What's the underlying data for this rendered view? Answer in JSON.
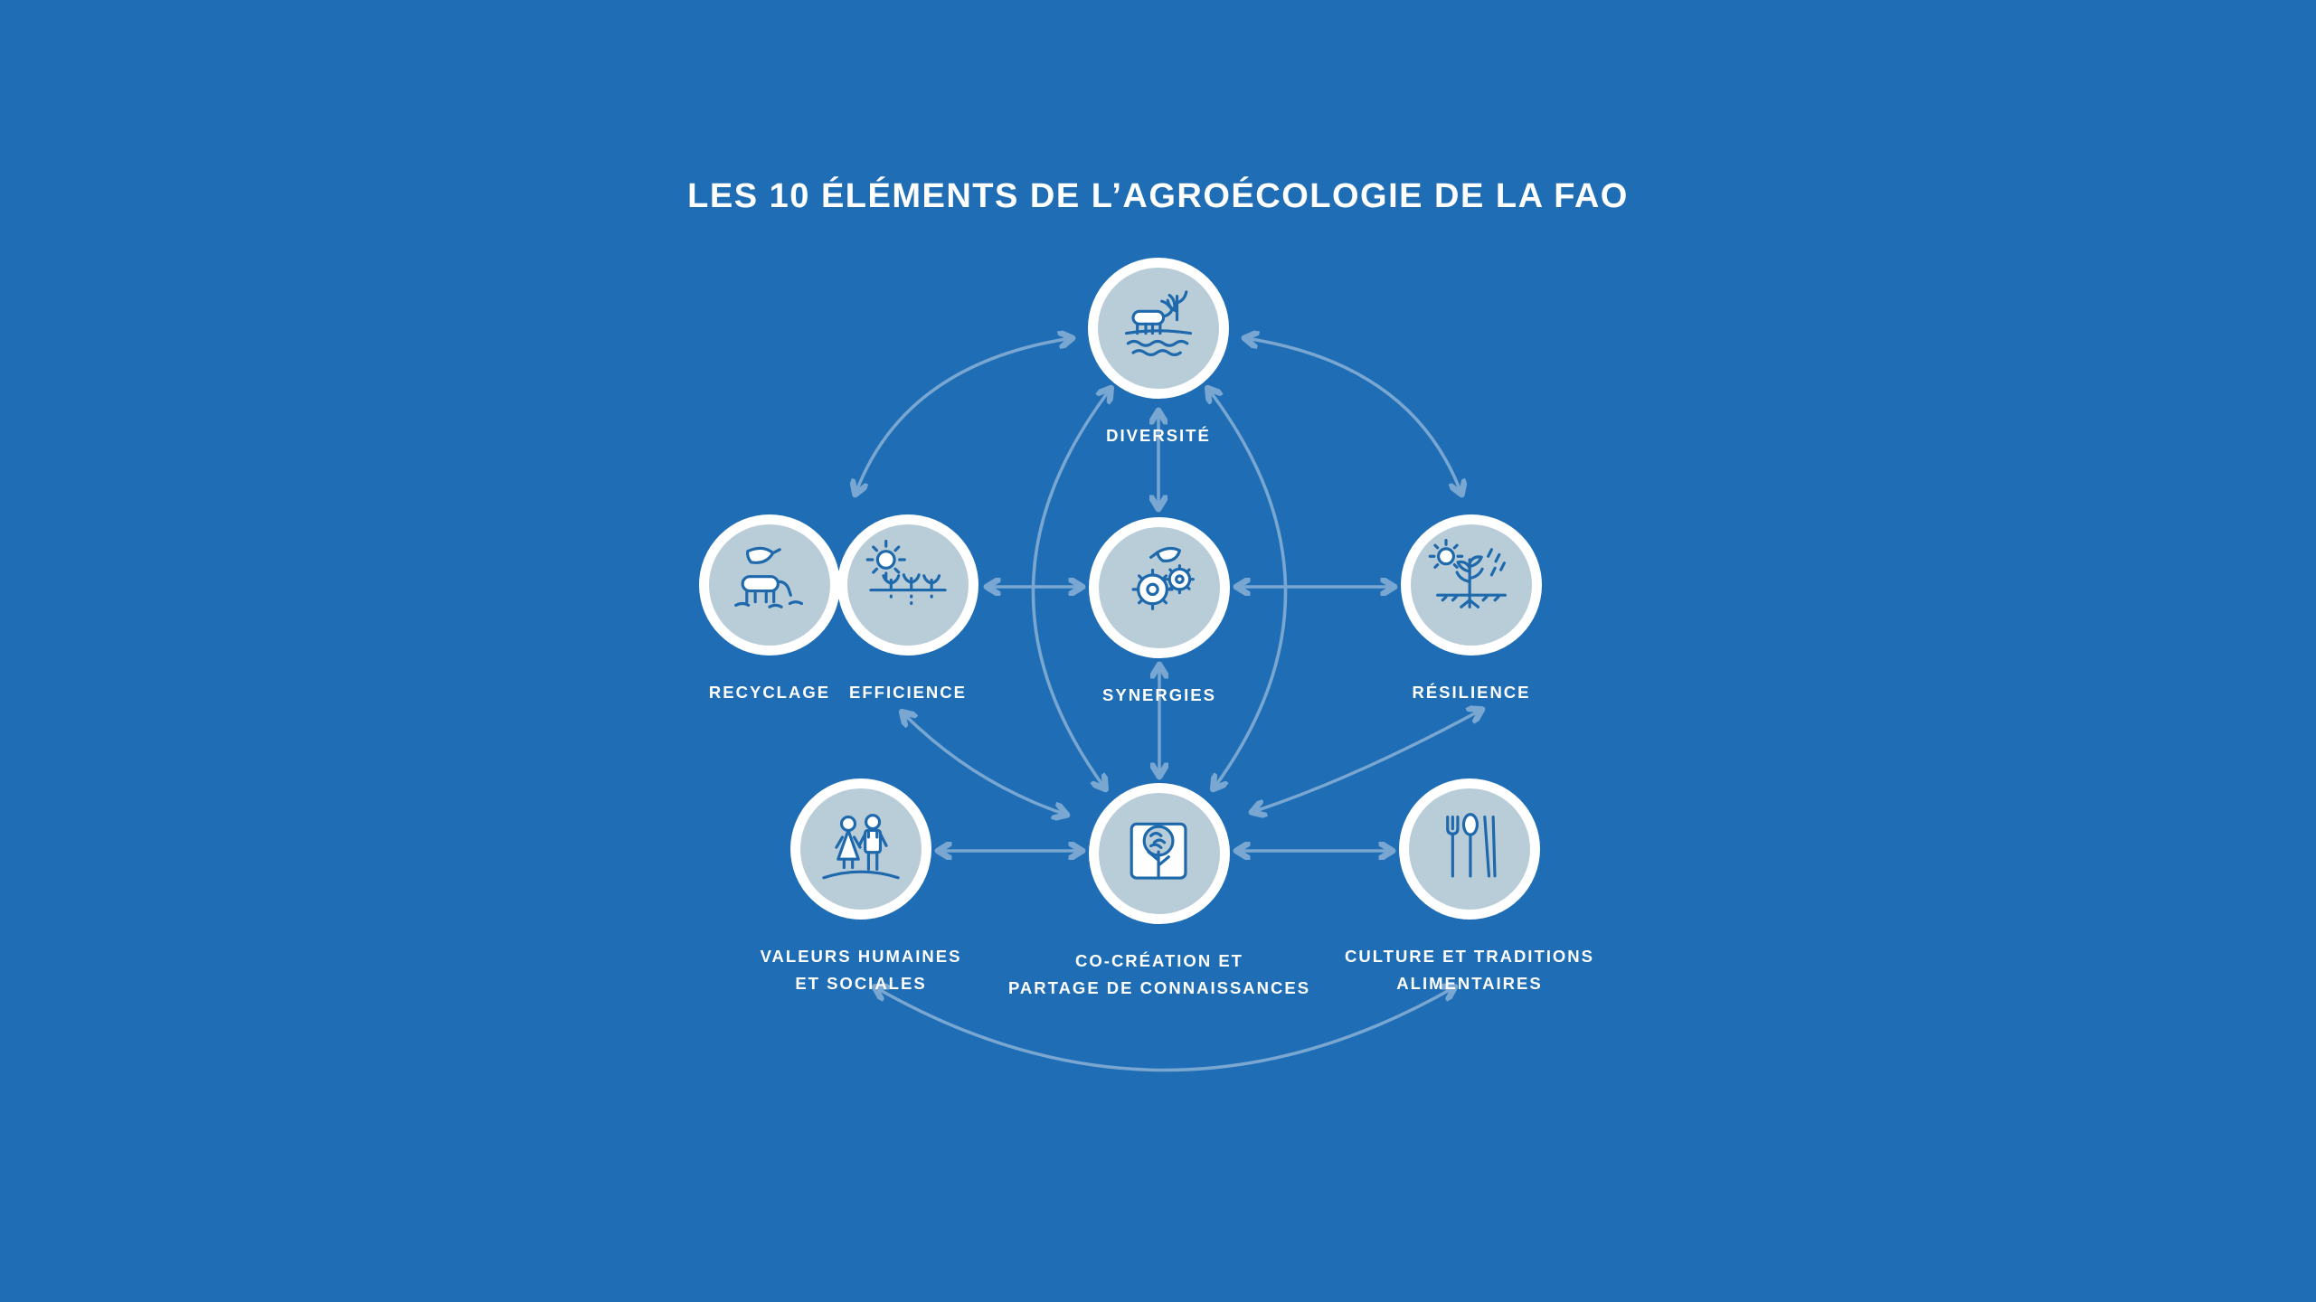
{
  "title": "LES 10 ÉLÉMENTS DE L’AGROÉCOLOGIE DE LA FAO",
  "colors": {
    "background": "#1f6eb5",
    "circle_ring": "#ffffff",
    "circle_fill": "#b9cdd9",
    "arrow": "#79a7d2",
    "icon_ink": "#1e68ac",
    "text": "#ffffff"
  },
  "nodes": {
    "diversite": {
      "label": "DIVERSITÉ",
      "icon": "diversity-animal-water-icon"
    },
    "recyclage": {
      "label": "RECYCLAGE",
      "icon": "recycling-cow-leaf-icon"
    },
    "efficience": {
      "label": "EFFICIENCE",
      "icon": "efficiency-sun-seedlings-icon"
    },
    "synergies": {
      "label": "SYNERGIES",
      "icon": "synergies-gears-leaf-icon"
    },
    "resilience": {
      "label": "RÉSILIENCE",
      "icon": "resilience-plant-sun-rain-icon"
    },
    "valeurs": {
      "label": "VALEURS HUMAINES\nET SOCIALES",
      "icon": "human-values-people-icon"
    },
    "cocreation": {
      "label": "CO-CRÉATION ET\nPARTAGE DE CONNAISSANCES",
      "icon": "knowledge-tree-icon"
    },
    "culture": {
      "label": "CULTURE ET TRADITIONS\nALIMENTAIRES",
      "icon": "food-culture-cutlery-icon"
    }
  },
  "connections": [
    {
      "from": "diversite",
      "to": "recyclage-efficience",
      "shape": "curved",
      "bidirectional": true
    },
    {
      "from": "diversite",
      "to": "resilience",
      "shape": "curved",
      "bidirectional": true
    },
    {
      "from": "diversite",
      "to": "synergies",
      "shape": "straight",
      "bidirectional": true
    },
    {
      "from": "diversite",
      "to": "cocreation",
      "shape": "curved-left",
      "bidirectional": true
    },
    {
      "from": "diversite",
      "to": "cocreation",
      "shape": "curved-right",
      "bidirectional": true
    },
    {
      "from": "efficience",
      "to": "synergies",
      "shape": "straight",
      "bidirectional": true
    },
    {
      "from": "synergies",
      "to": "resilience",
      "shape": "straight",
      "bidirectional": true
    },
    {
      "from": "synergies",
      "to": "cocreation",
      "shape": "straight",
      "bidirectional": true
    },
    {
      "from": "valeurs",
      "to": "cocreation",
      "shape": "straight",
      "bidirectional": true
    },
    {
      "from": "cocreation",
      "to": "culture",
      "shape": "straight",
      "bidirectional": true
    },
    {
      "from": "cocreation",
      "to": "efficience",
      "shape": "curved",
      "bidirectional": true
    },
    {
      "from": "cocreation",
      "to": "resilience",
      "shape": "curved",
      "bidirectional": true
    },
    {
      "from": "valeurs",
      "to": "culture",
      "shape": "curved",
      "bidirectional": true
    }
  ]
}
